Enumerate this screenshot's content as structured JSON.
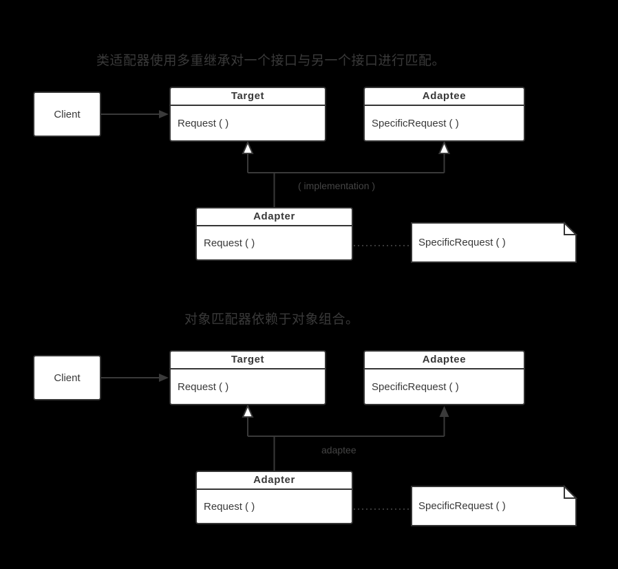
{
  "diagram": {
    "background": "#000000",
    "stroke_color": "#333333",
    "box_fill": "#ffffff",
    "title_color": "#3a3a3a",
    "label_color": "#454545",
    "sections": [
      {
        "title": "类适配器使用多重继承对一个接口与另一个接口进行匹配。",
        "connector_label": "( implementation )",
        "client_label": "Client",
        "target": {
          "title": "Target",
          "method": "Request ( )"
        },
        "adaptee": {
          "title": "Adaptee",
          "method": "SpecificRequest ( )"
        },
        "adapter": {
          "title": "Adapter",
          "method": "Request ( )"
        },
        "note_text": "SpecificRequest ( )"
      },
      {
        "title": "对象匹配器依赖于对象组合。",
        "connector_label": "adaptee",
        "client_label": "Client",
        "target": {
          "title": "Target",
          "method": "Request ( )"
        },
        "adaptee": {
          "title": "Adaptee",
          "method": "SpecificRequest ( )"
        },
        "adapter": {
          "title": "Adapter",
          "method": "Request ( )"
        },
        "note_text": "SpecificRequest ( )"
      }
    ]
  }
}
